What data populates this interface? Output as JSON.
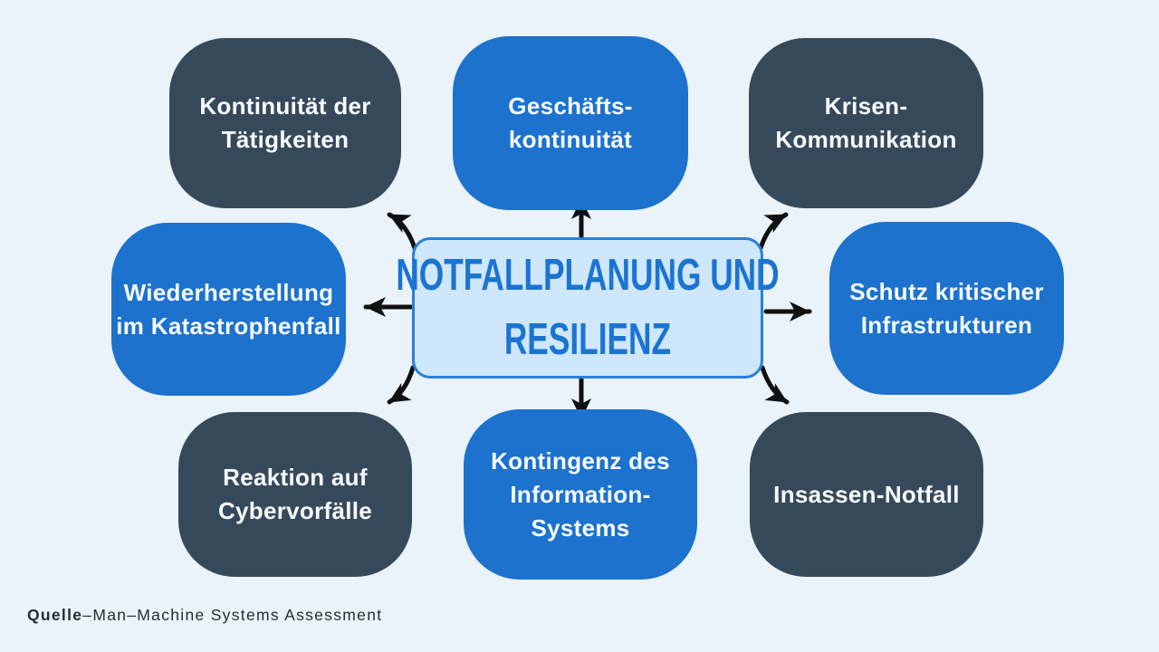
{
  "center": {
    "line1": "NOTFALLPLANUNG UND",
    "line2": "RESILIENZ"
  },
  "nodes": [
    {
      "label": "Kontinuität der\nTätigkeiten",
      "variant": "dark",
      "position": "top-left"
    },
    {
      "label": "Geschäfts-\nkontinuität",
      "variant": "blue",
      "position": "top-center"
    },
    {
      "label": "Krisen-\nKommunikation",
      "variant": "dark",
      "position": "top-right"
    },
    {
      "label": "Wiederherstellung\nim Katastrophenfall",
      "variant": "blue",
      "position": "middle-left"
    },
    {
      "label": "Schutz kritischer\nInfrastrukturen",
      "variant": "blue",
      "position": "middle-right"
    },
    {
      "label": "Reaktion auf\nCybervorfälle",
      "variant": "dark",
      "position": "bottom-left"
    },
    {
      "label": "Kontingenz des\nInformation-\nSystems",
      "variant": "blue",
      "position": "bottom-center"
    },
    {
      "label": "Insassen-Notfall",
      "variant": "dark",
      "position": "bottom-right"
    }
  ],
  "footer": {
    "label": "Quelle",
    "text": "–Man–Machine Systems Assessment"
  },
  "colors": {
    "background": "#eaf3fa",
    "node_dark": "#36495a",
    "node_blue": "#1c72cd",
    "center_fill": "#cfe7fa",
    "center_border": "#2a80d6",
    "title_text": "#1b74d2",
    "arrow": "#111111",
    "node_text": "#f7fbff",
    "footer_text": "#242b35"
  }
}
